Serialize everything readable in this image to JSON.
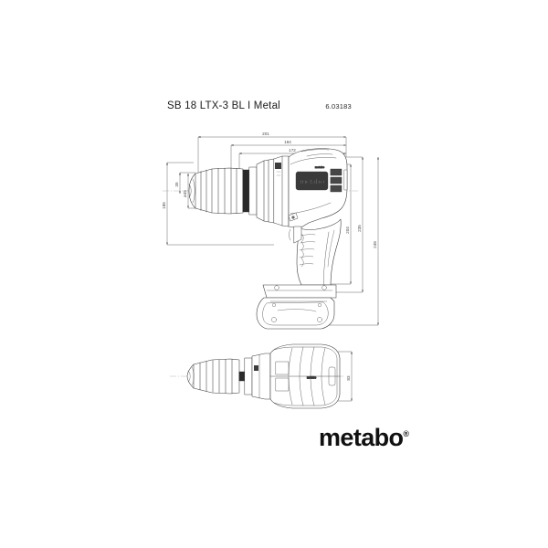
{
  "sheet": {
    "background": "#ffffff",
    "line_color": "#3c3c3c",
    "dim_color": "#555555"
  },
  "header": {
    "title": "SB 18 LTX-3 BL I Metal",
    "article_number": "6.03183"
  },
  "brand": {
    "name": "metabo",
    "registered_mark": "®"
  },
  "product": {
    "type": "cordless hammer drill",
    "body_label": "metabo",
    "top_label": "metabo",
    "views": [
      {
        "name": "side-view",
        "label": "side elevation"
      },
      {
        "name": "top-view",
        "label": "top / plan view"
      }
    ]
  },
  "dimensions": {
    "unit": "mm",
    "horizontal": [
      {
        "id": "overall-length",
        "value": "201"
      },
      {
        "id": "body-length",
        "value": "184"
      },
      {
        "id": "inner-length",
        "value": "172"
      }
    ],
    "left_vertical": [
      {
        "id": "chuck-height",
        "value": "35"
      },
      {
        "id": "chuck-diameter",
        "value": "ø45"
      },
      {
        "id": "total-height-left",
        "value": "185"
      }
    ],
    "right_vertical": [
      {
        "id": "height-to-handle",
        "value": "204"
      },
      {
        "id": "height-with-battery",
        "value": "235"
      },
      {
        "id": "overall-height",
        "value": "248"
      }
    ],
    "bottom_view": [
      {
        "id": "body-width",
        "value": "83"
      }
    ]
  }
}
